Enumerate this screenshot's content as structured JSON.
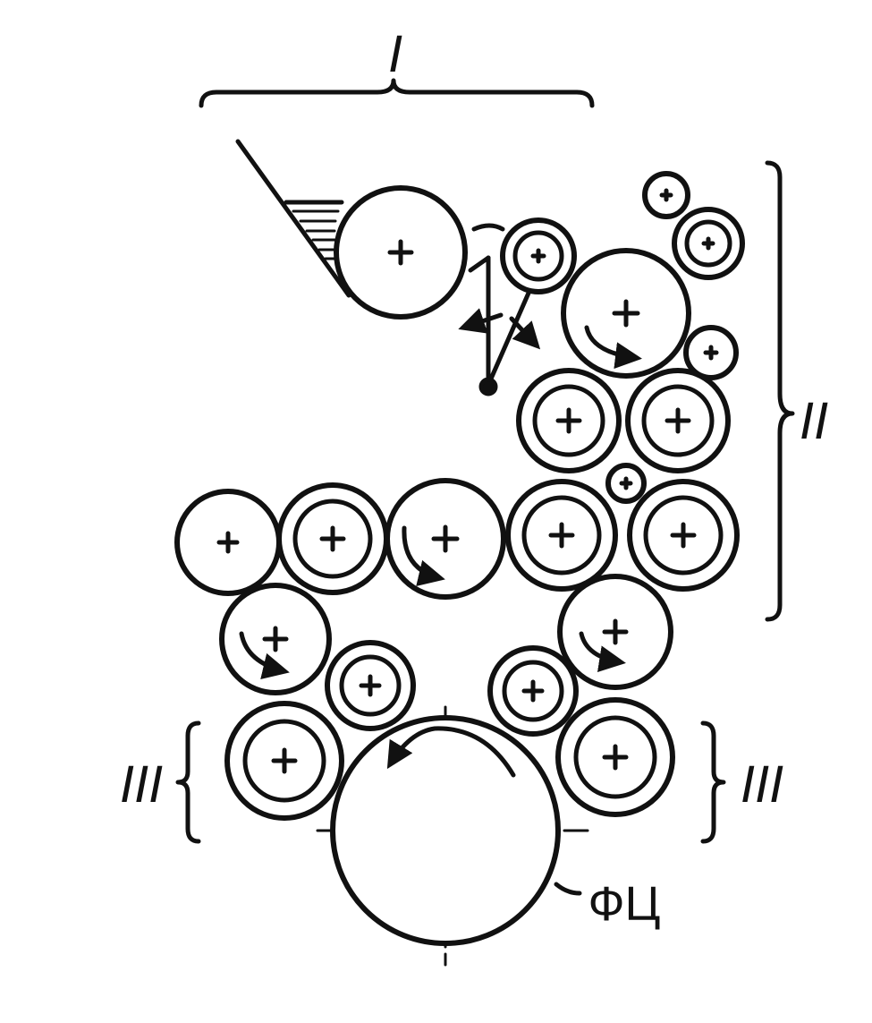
{
  "labels": {
    "section_1": "I",
    "section_2": "II",
    "section_3_left": "III",
    "section_3_right": "III",
    "plate_cylinder": "ФЦ"
  },
  "colors": {
    "ink": "#111111",
    "background": "#ffffff"
  }
}
